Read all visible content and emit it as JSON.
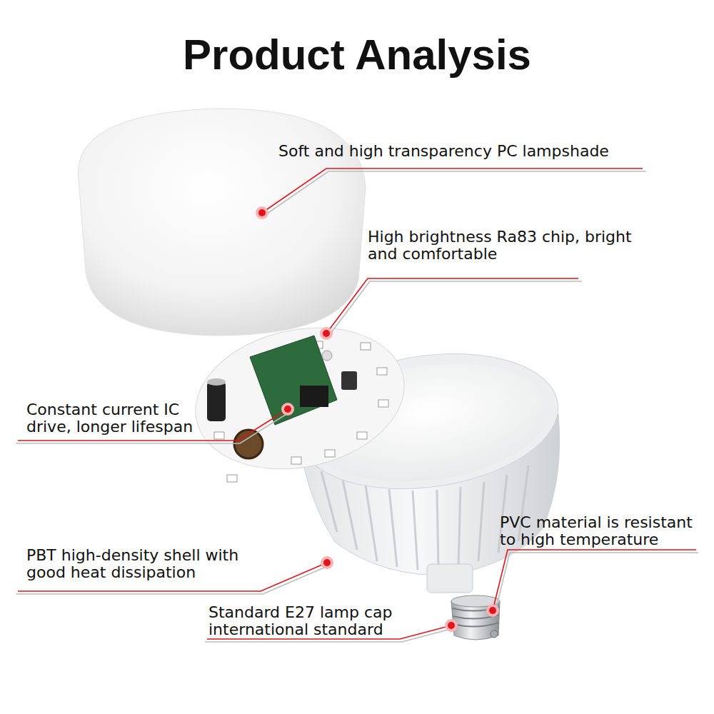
{
  "diagram": {
    "title": "Product Analysis",
    "labels": [
      "Soft and high transparency PC lampshade",
      "High brightness Ra83 chip, bright and comfortable",
      "Constant current IC drive, longer lifespan",
      "PVC material is resistant to high temperature",
      "PBT high-density shell with good heat dissipation",
      "Standard E27 lamp cap international standard"
    ]
  }
}
